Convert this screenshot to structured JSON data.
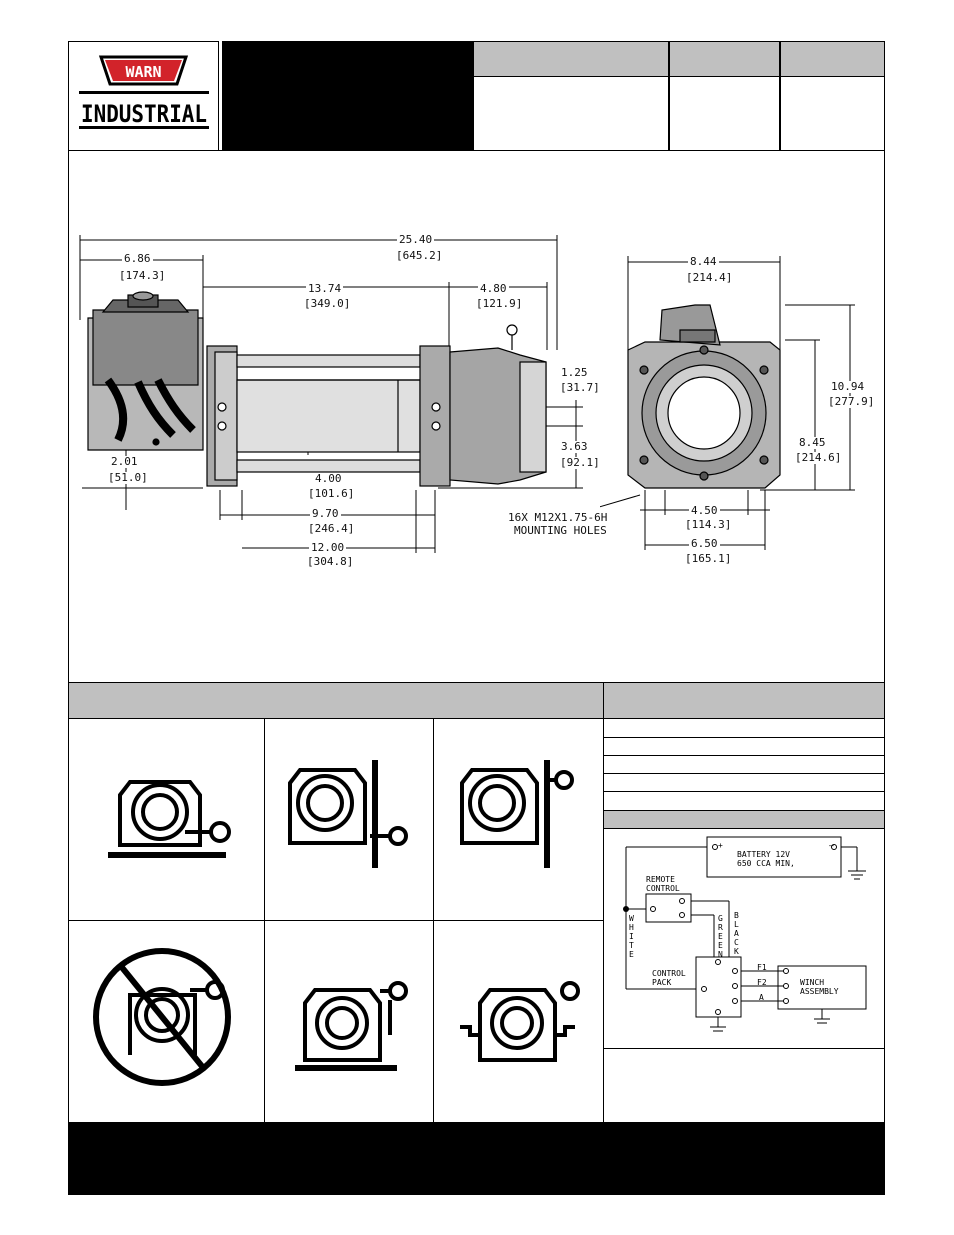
{
  "logo": {
    "brand": "WARN",
    "subtitle": "INDUSTRIAL"
  },
  "colors": {
    "black": "#000000",
    "header_gray": "#c0c0c0",
    "logo_red": "#d2232a"
  },
  "dimensions": {
    "overall_length": "25.40",
    "overall_length_mm": "[645.2]",
    "motor_length": "6.86",
    "motor_length_mm": "[174.3]",
    "drum_length": "13.74",
    "drum_length_mm": "[349.0]",
    "gear_length": "4.80",
    "gear_length_mm": "[121.9]",
    "cable_offset": "1.25",
    "cable_offset_mm": "[31.7]",
    "cable_height": "3.63",
    "cable_height_mm": "[92.1]",
    "motor_height": "2.01",
    "motor_height_mm": "[51.0]",
    "drum_dia": "4.00",
    "drum_dia_mm": "[101.6]",
    "mount_spacing": "9.70",
    "mount_spacing_mm": "[246.4]",
    "mount_outer": "12.00",
    "mount_outer_mm": "[304.8]",
    "end_width": "8.44",
    "end_width_mm": "[214.4]",
    "end_height": "10.94",
    "end_height_mm": "[277.9]",
    "end_mid_height": "8.45",
    "end_mid_height_mm": "[214.6]",
    "foot_spacing": "4.50",
    "foot_spacing_mm": "[114.3]",
    "foot_outer": "6.50",
    "foot_outer_mm": "[165.1]",
    "mounting_holes": "16X M12X1.75-6H",
    "mounting_holes_2": "MOUNTING HOLES"
  },
  "wiring": {
    "battery": "BATTERY 12V",
    "battery_2": "650 CCA MIN,",
    "plus": "+",
    "minus": "–",
    "remote": "REMOTE",
    "remote_2": "CONTROL",
    "white": [
      "W",
      "H",
      "I",
      "T",
      "E"
    ],
    "green": [
      "G",
      "R",
      "E",
      "E",
      "N"
    ],
    "black": [
      "B",
      "L",
      "A",
      "C",
      "K"
    ],
    "control": "CONTROL",
    "control_2": "PACK",
    "f1": "F1",
    "f2": "F2",
    "a": "A",
    "winch": "WINCH",
    "winch_2": "ASSEMBLY"
  }
}
